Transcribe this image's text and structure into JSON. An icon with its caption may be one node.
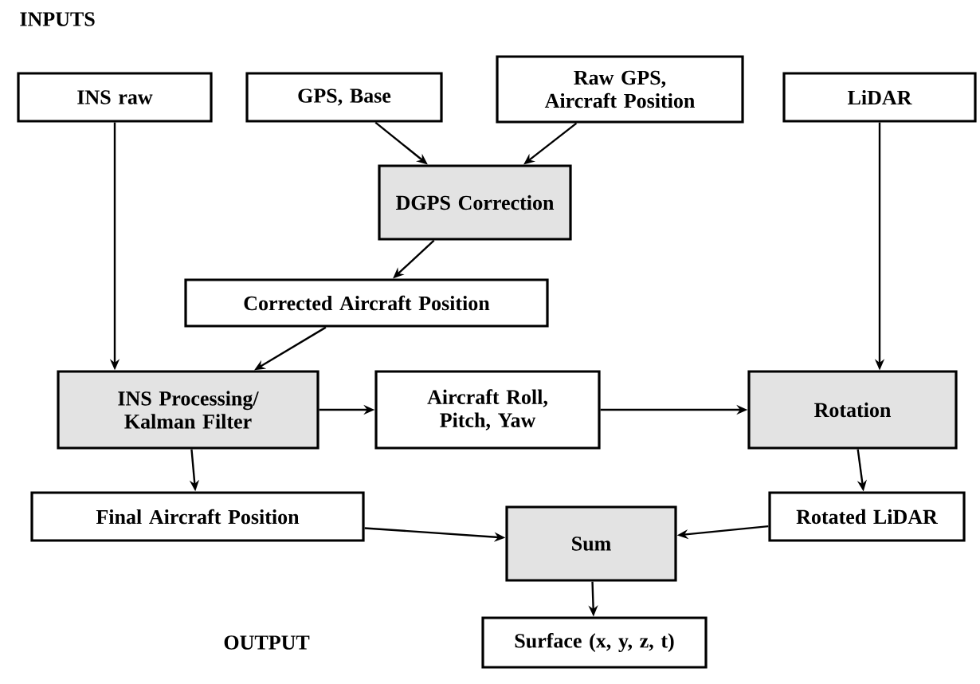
{
  "diagram": {
    "nodes": [
      {
        "text": [
          "INS raw"
        ]
      },
      {
        "text": [
          "GPS, Base"
        ]
      },
      {
        "text": [
          "Raw GPS, Aircraft Position"
        ]
      },
      {
        "text": [
          "LiDAR"
        ]
      },
      {
        "text": [
          "DGPS Correction"
        ]
      },
      {
        "text": [
          "Corrected Aircraft Position"
        ]
      },
      {
        "text": [
          "INS Processing/ Kalman Filter"
        ]
      },
      {
        "text": [
          "Aircraft Roll, Pitch, Yaw"
        ]
      },
      {
        "text": [
          "Rotation"
        ]
      },
      {
        "text": [
          "Final Aircraft Position"
        ]
      },
      {
        "text": [
          "Sum"
        ]
      },
      {
        "text": [
          "Rotated LiDAR"
        ]
      },
      {
        "text": [
          "Surface (x, y, z, t)"
        ]
      }
    ],
    "edges": [
      {
        "from": 1,
        "to": 4,
        "arrow": "to"
      },
      {
        "from": 2,
        "to": 4,
        "arrow": "to"
      },
      {
        "from": 0,
        "to": 6,
        "arrow": "to"
      },
      {
        "from": 4,
        "to": 5,
        "arrow": "to"
      },
      {
        "from": 5,
        "to": 6,
        "arrow": "to"
      },
      {
        "from": 6,
        "to": 7,
        "arrow": "to"
      },
      {
        "from": 7,
        "to": 8,
        "arrow": "to"
      },
      {
        "from": 3,
        "to": 8,
        "arrow": "to"
      },
      {
        "from": 6,
        "to": 9,
        "arrow": "to"
      },
      {
        "from": 8,
        "to": 11,
        "arrow": "to"
      },
      {
        "from": 9,
        "to": 10,
        "arrow": "to"
      },
      {
        "from": 11,
        "to": 10,
        "arrow": "to"
      },
      {
        "from": 10,
        "to": 12,
        "arrow": "to"
      }
    ],
    "labels": [
      "INPUTS",
      "OUTPUT"
    ]
  }
}
